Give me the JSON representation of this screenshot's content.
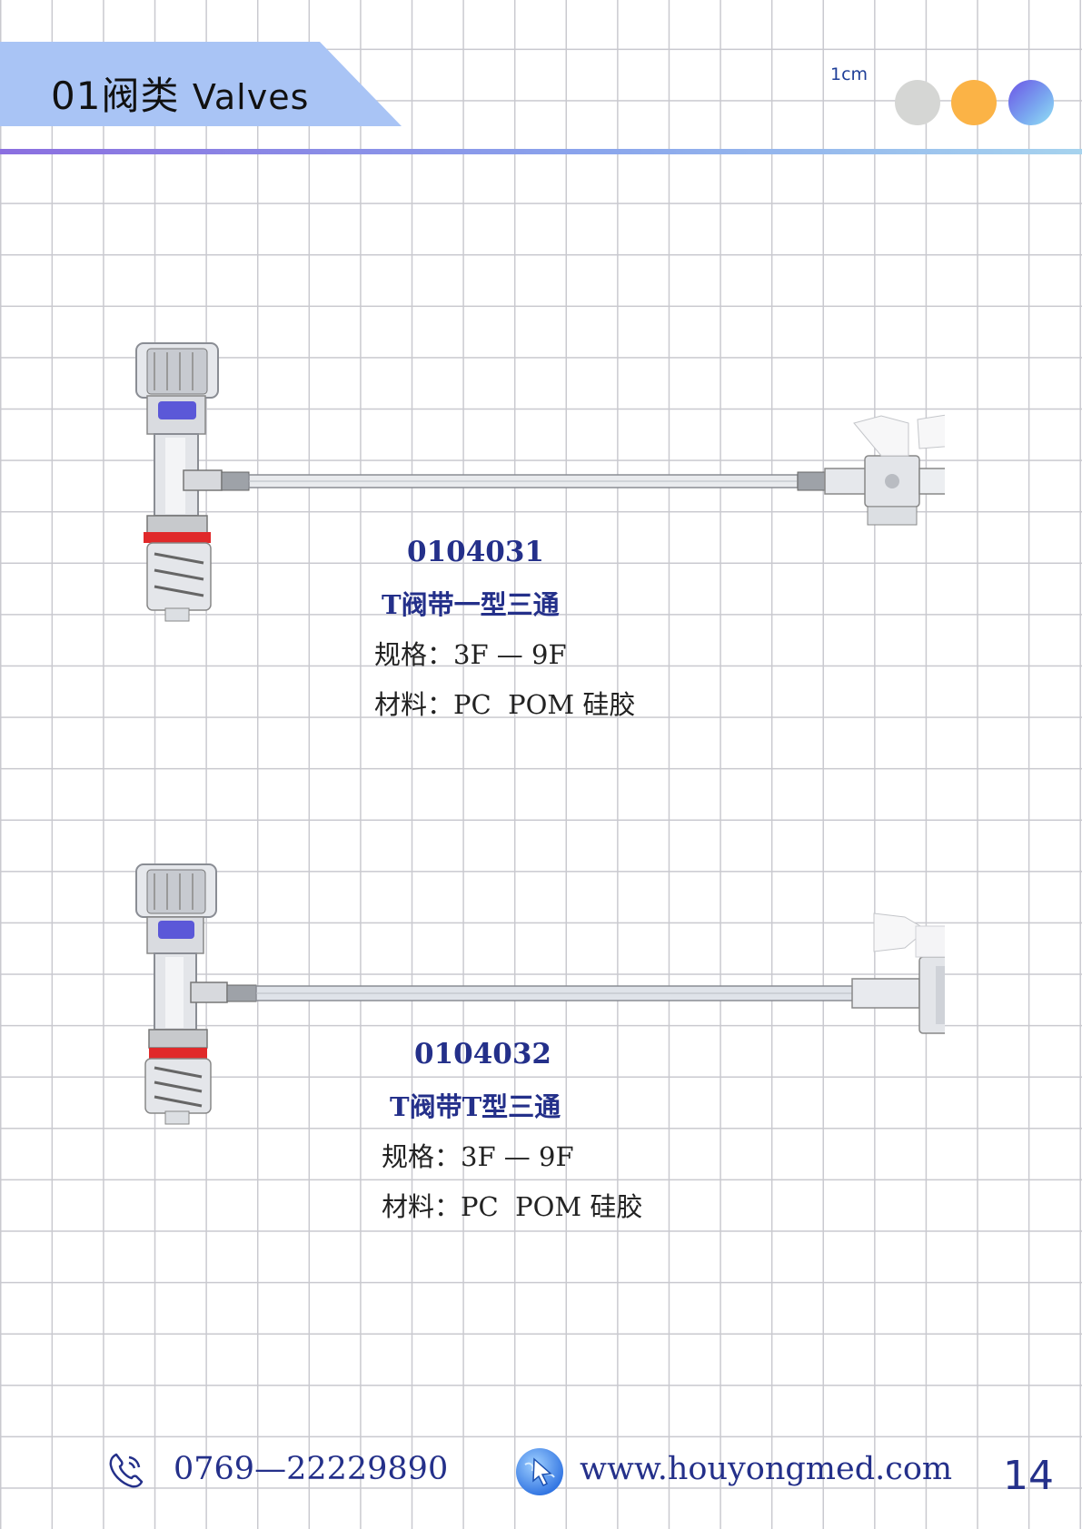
{
  "header": {
    "section_number": "01",
    "title_cn": "阀类",
    "title_en": "Valves",
    "scale_label": "1cm",
    "dot_colors": [
      "#d5d6d4",
      "#fbb346",
      "#7a80ec"
    ]
  },
  "products": [
    {
      "code": "0104031",
      "name": "T阀带一型三通",
      "spec": "规格：3F — 9F",
      "material": "材料：PC  POM 硅胶"
    },
    {
      "code": "0104032",
      "name": "T阀带T型三通",
      "spec": "规格：3F — 9F",
      "material": "材料：PC  POM 硅胶"
    }
  ],
  "footer": {
    "phone": "0769—22229890",
    "website": "www.houyongmed.com",
    "page_number": "14",
    "phone_icon": "phone-icon",
    "web_icon": "globe-cursor-icon"
  }
}
